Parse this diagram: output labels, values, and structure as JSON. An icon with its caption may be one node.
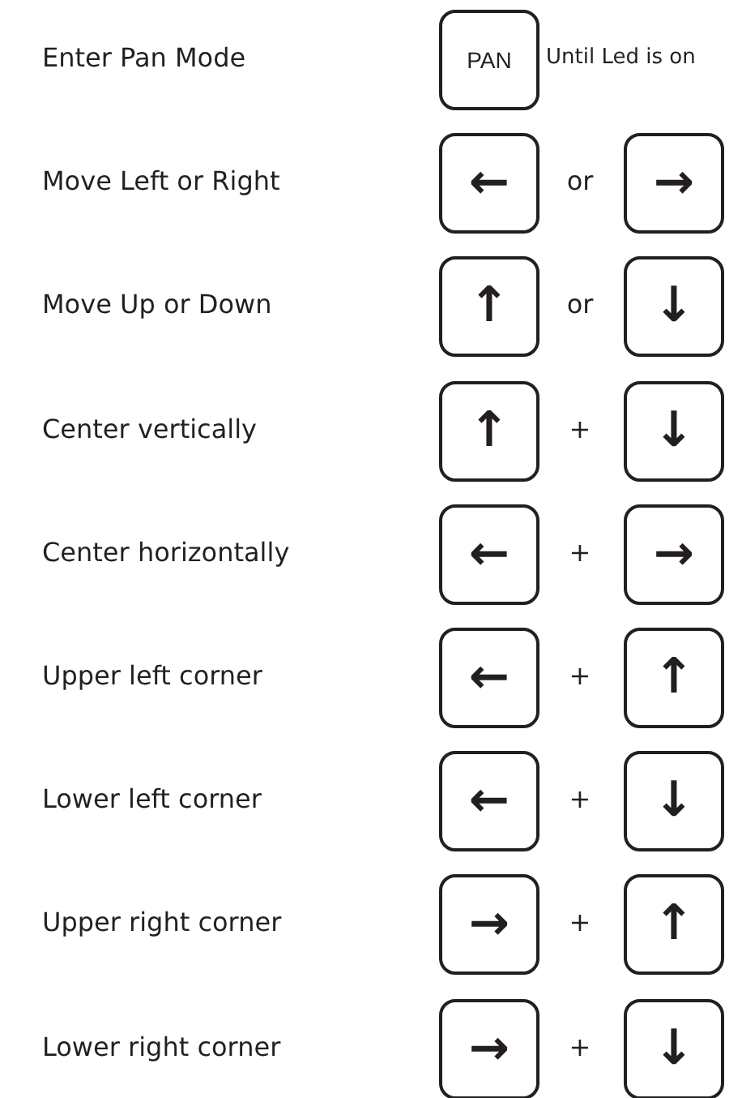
{
  "diagram": {
    "nodes": [
      {
        "text": [
          "PAN"
        ],
        "beside": [
          "Until Led is on"
        ]
      },
      {
        "text": [
          "←"
        ]
      },
      {
        "text": [
          "→"
        ]
      },
      {
        "text": [
          "↑"
        ]
      },
      {
        "text": [
          "↓"
        ]
      },
      {
        "text": [
          "↑"
        ]
      },
      {
        "text": [
          "↓"
        ]
      },
      {
        "text": [
          "←"
        ]
      },
      {
        "text": [
          "→"
        ]
      },
      {
        "text": [
          "←"
        ]
      },
      {
        "text": [
          "↑"
        ]
      },
      {
        "text": [
          "←"
        ]
      },
      {
        "text": [
          "↓"
        ]
      },
      {
        "text": [
          "→"
        ]
      },
      {
        "text": [
          "↑"
        ]
      },
      {
        "text": [
          "→"
        ]
      },
      {
        "text": [
          "↓"
        ]
      }
    ],
    "labels": [
      "Enter Pan Mode",
      "Move Left or Right",
      "or",
      "Move Up or Down",
      "or",
      "Center vertically",
      "+",
      "Center horizontally",
      "+",
      "Upper left corner",
      "+",
      "Lower left corner",
      "+",
      "Upper right corner",
      "+",
      "Lower right corner",
      "+"
    ]
  }
}
